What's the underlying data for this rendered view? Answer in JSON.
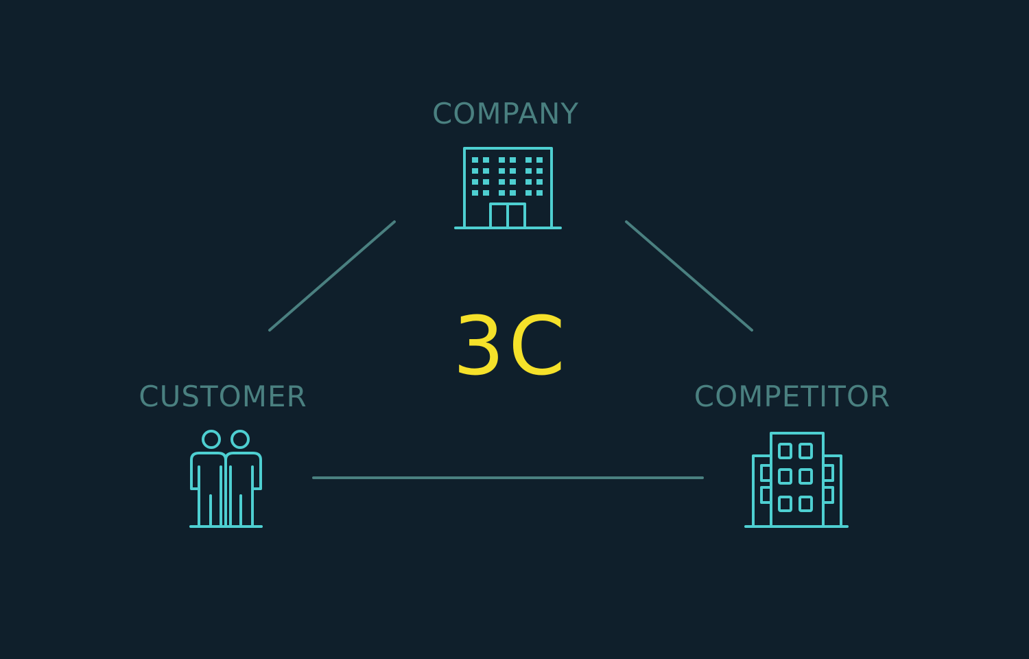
{
  "title": "3C",
  "nodes": {
    "company": {
      "label": "COMPANY",
      "icon": "office-building-icon"
    },
    "customer": {
      "label": "CUSTOMER",
      "icon": "people-icon"
    },
    "competitor": {
      "label": "COMPETITOR",
      "icon": "buildings-icon"
    }
  },
  "colors": {
    "background": "#0f1f2b",
    "icon": "#4ecfd1",
    "label": "#4a8080",
    "accent": "#f5e12a"
  }
}
